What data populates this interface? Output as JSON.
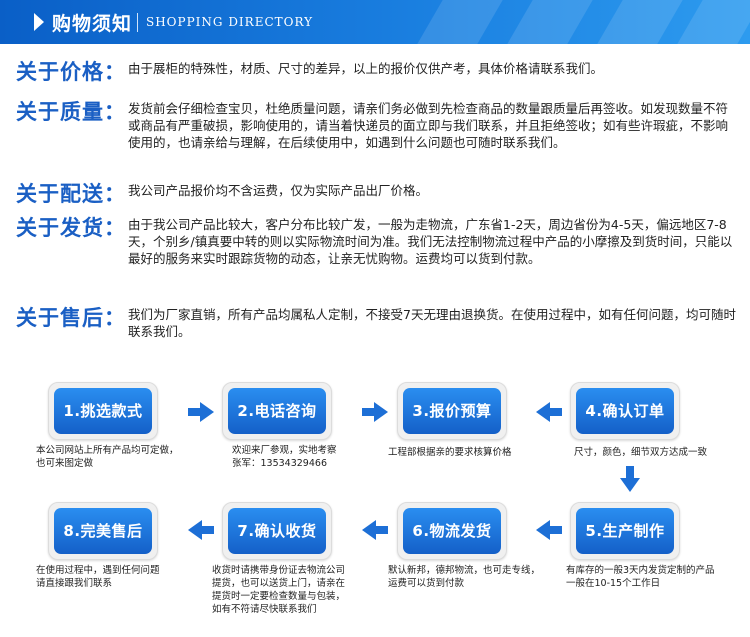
{
  "banner": {
    "title": "购物须知",
    "subtitle": "SHOPPING DIRECTORY",
    "color": "#1a7fe0"
  },
  "sections": [
    {
      "label": "关于价格：",
      "text": "由于展柜的特殊性，材质、尺寸的差异，以上的报价仅供产考，具体价格请联系我们。"
    },
    {
      "label": "关于质量：",
      "text": "发货前会仔细检查宝贝，杜绝质量问题，请亲们务必做到先检查商品的数量跟质量后再签收。如发现数量不符或商品有严重破损，影响使用的，请当着快递员的面立即与我们联系，并且拒绝签收；如有些许瑕疵，不影响使用的，也请亲给与理解，在后续使用中，如遇到什么问题也可随时联系我们。"
    },
    {
      "label": "关于配送：",
      "text": "我公司产品报价均不含运费，仅为实际产品出厂价格。"
    },
    {
      "label": "关于发货：",
      "text": "由于我公司产品比较大，客户分布比较广发，一般为走物流，广东省1-2天，周边省份为4-5天，偏远地区7-8天，个别乡/镇真要中转的则以实际物流时间为准。我们无法控制物流过程中产品的小摩擦及到货时间，只能以最好的服务来实时跟踪货物的动态，让亲无忧购物。运费均可以货到付款。"
    },
    {
      "label": "关于售后：",
      "text": "我们为厂家直销，所有产品均属私人定制，不接受7天无理由退换货。在使用过程中，如有任何问题，均可随时联系我们。"
    }
  ],
  "steps": [
    {
      "label": "1.挑选款式",
      "caption": "本公司网站上所有产品均可定做，\n也可来图定做"
    },
    {
      "label": "2.电话咨询",
      "caption": "欢迎来厂参观，实地考察\n张军：13534329466"
    },
    {
      "label": "3.报价预算",
      "caption": "工程部根据亲的要求核算价格"
    },
    {
      "label": "4.确认订单",
      "caption": "尺寸，颜色，细节双方达成一致"
    },
    {
      "label": "5.生产制作",
      "caption": "有库存的一般3天内发货定制的产品\n一般在10-15个工作日"
    },
    {
      "label": "6.物流发货",
      "caption": "默认新邦，德邦物流，也可走专线，\n运费可以货到付款"
    },
    {
      "label": "7.确认收货",
      "caption": "收货时请携带身份证去物流公司\n提货，也可以送货上门，请亲在\n提货时一定要检查数量与包装，\n如有不符请尽快联系我们"
    },
    {
      "label": "8.完美售后",
      "caption": "在使用过程中，遇到任何问题\n请直接跟我们联系"
    }
  ]
}
